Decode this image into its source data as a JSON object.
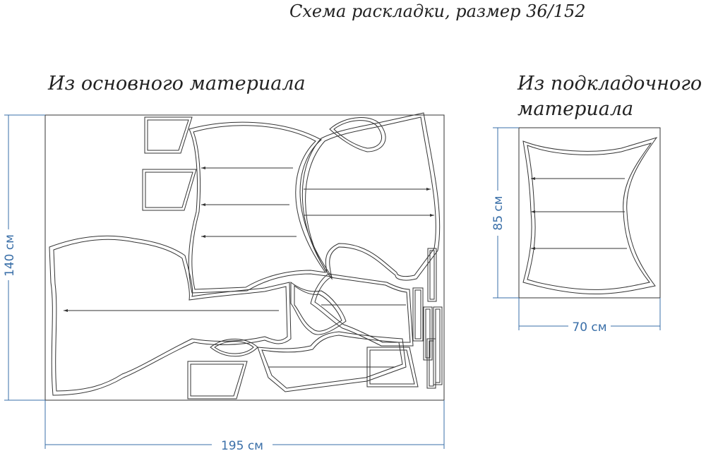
{
  "title": "Схема раскладки, размер 36/152",
  "main_section": {
    "label": "Из основного материала",
    "width_label": "195 см",
    "height_label": "140 см"
  },
  "lining_section": {
    "label_line1": "Из подкладочного",
    "label_line2": "материала",
    "width_label": "70 см",
    "height_label": "85 см"
  },
  "colors": {
    "dimension": "#3a6fa8",
    "outline": "#333333"
  }
}
